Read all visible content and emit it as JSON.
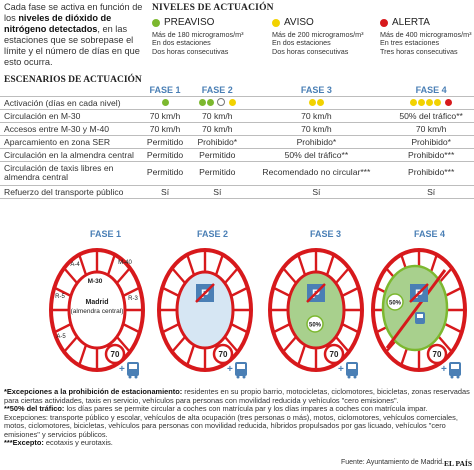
{
  "intro": {
    "text_a": "Cada fase se activa en función de los",
    "text_bold": "niveles de dióxido de nitrógeno detectados",
    "text_b": ", en las estaciones que se sobrepase el límite y el número de días en que esto ocurra."
  },
  "niveles": {
    "title": "NIVELES DE ACTUACIÓN",
    "items": [
      {
        "name": "PREAVISO",
        "color": "#7cb82f",
        "line1": "Más de 180 microgramos/m³",
        "line2": "En dos estaciones",
        "line3": "Dos horas consecutivas"
      },
      {
        "name": "AVISO",
        "color": "#f2d200",
        "line1": "Más de 200 microgramos/m³",
        "line2": "En dos estaciones",
        "line3": "Dos horas consecutivas"
      },
      {
        "name": "ALERTA",
        "color": "#d7191c",
        "line1": "Más de 400 microgramos/m³",
        "line2": "En tres estaciones",
        "line3": "Tres horas consecutivas"
      }
    ]
  },
  "escenarios": {
    "title": "ESCENARIOS DE ACTUACIÓN",
    "phases": [
      "FASE 1",
      "FASE 2",
      "FASE 3",
      "FASE 4"
    ],
    "rows": [
      {
        "label": "Activación (días en cada nivel)",
        "cells": [
          "",
          "",
          "",
          ""
        ]
      },
      {
        "label": "Circulación en M-30",
        "cells": [
          "70 km/h",
          "70 km/h",
          "70 km/h",
          "50% del tráfico**"
        ]
      },
      {
        "label": "Accesos entre M-30 y M-40",
        "cells": [
          "70 km/h",
          "70 km/h",
          "70 km/h",
          "70 km/h"
        ]
      },
      {
        "label": "Aparcamiento en zona SER",
        "cells": [
          "Permitido",
          "Prohibido*",
          "Prohibido*",
          "Prohibido*"
        ]
      },
      {
        "label": "Circulación en la almendra central",
        "cells": [
          "Permitido",
          "Permitido",
          "50% del tráfico**",
          "Prohibido***"
        ]
      },
      {
        "label": "Circulación de taxis libres en almendra central",
        "cells": [
          "Permitido",
          "Permitido",
          "Recomendado no circular***",
          "Prohibido***"
        ]
      },
      {
        "label": "Refuerzo del transporte público",
        "cells": [
          "Sí",
          "Sí",
          "Sí",
          "Sí"
        ]
      }
    ]
  },
  "diagram": {
    "labels": {
      "madrid": "Madrid",
      "almendra": "(almendra central)",
      "m30": "M-30",
      "m40": "M-40",
      "r3": "R-3",
      "a5": "A-5",
      "a4": "A-4",
      "r5": "R-5",
      "speed": "70",
      "pct": "50%"
    }
  },
  "notes": {
    "n1_bold": "*Excepciones a la prohibición de estacionamiento:",
    "n1": " residentes en su propio barrio, motocicletas, ciclomotores, bicicletas, zonas reservadas para ciertas actividades, taxis en servicio, vehículos para personas con movilidad reducida y vehículos \"cero emisiones\".",
    "n2_bold": "**50% del tráfico:",
    "n2": " los días pares se permite circular a coches con matrícula par y los días impares a coches con matrícula impar. Excepciones: transporte público y escolar, vehículos de alta ocupación (tres personas o más), motos, ciclomotores, vehículos comerciales, motos, ciclomotores, bicicletas, vehículos para personas con movilidad reducida, híbridos propulsados por gas licuado, vehículos \"cero emisiones\" y servicios públicos.",
    "n3_bold": "***Excepto:",
    "n3": " ecotaxis y eurotaxis."
  },
  "source": "Fuente: Ayuntamiento de Madrid.",
  "brand": "EL PAÍS"
}
